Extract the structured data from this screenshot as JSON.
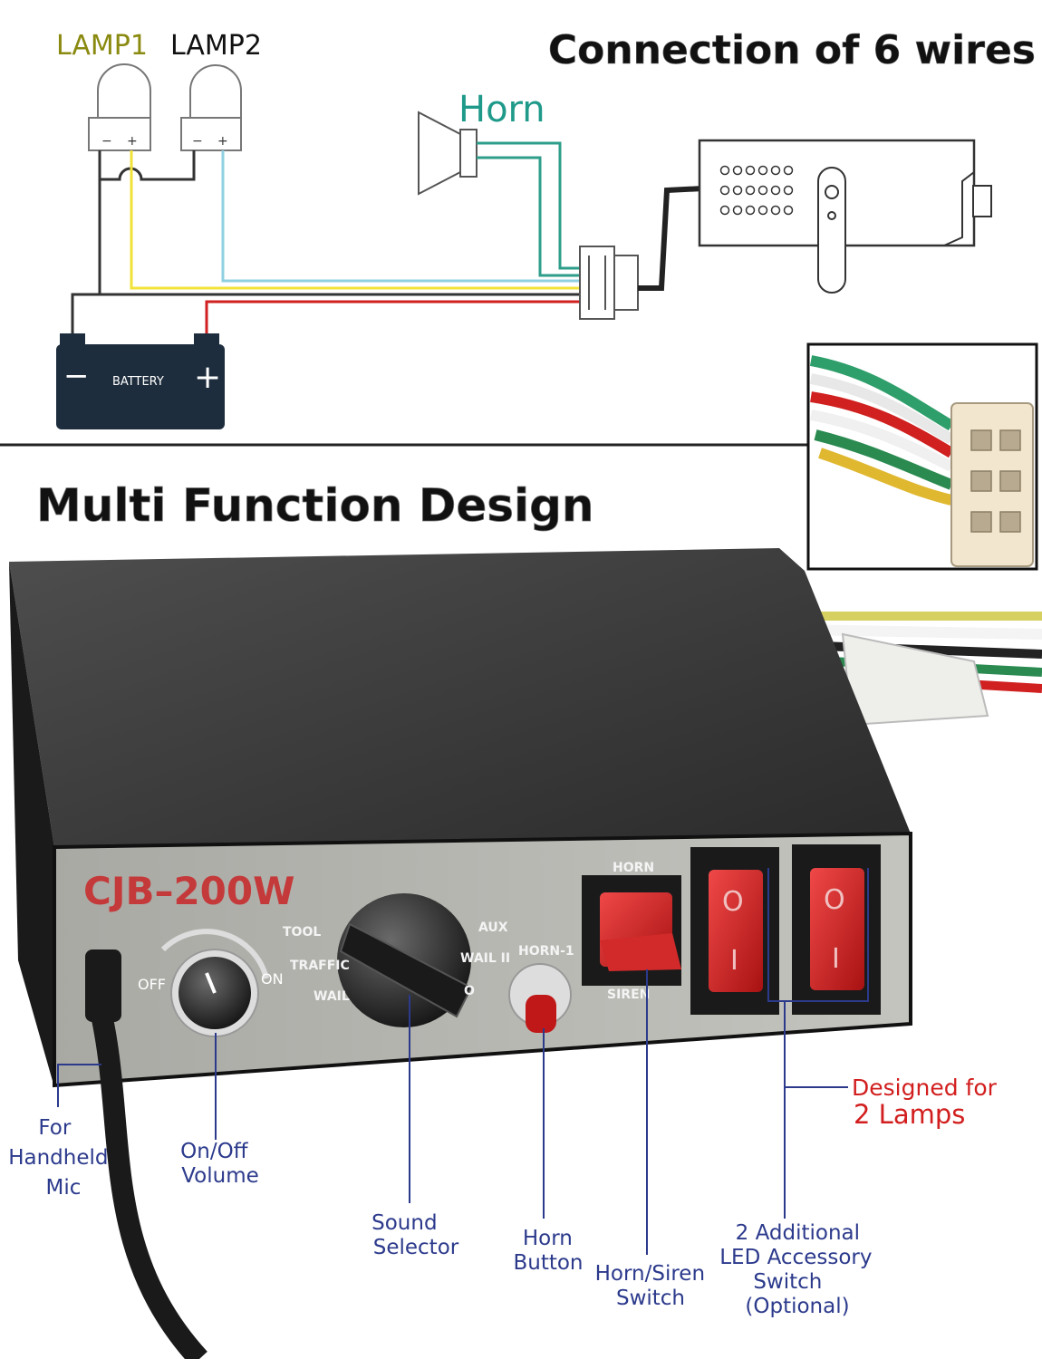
{
  "top": {
    "title": "Connection of  6 wires",
    "lamp1": "LAMP1",
    "lamp2": "LAMP2",
    "horn": "Horn",
    "battery": "BATTERY",
    "minus": "−",
    "plus": "+"
  },
  "bottom": {
    "title": "Multi Function Design",
    "model": "CJB–200W",
    "panel": {
      "off": "OFF",
      "on": "ON",
      "tool": "TOOL",
      "traffic": "TRAFFIC",
      "wail": "WAIL",
      "aux": "AUX",
      "wail2": "WAIL II",
      "yelp": "O",
      "horn1": "HORN-1",
      "horn": "HORN",
      "siren": "SIREN",
      "switch_o": "O",
      "switch_i": "I"
    },
    "callouts": {
      "mic": [
        "For",
        "Handheld",
        "Mic"
      ],
      "volume": [
        "On/Off",
        "Volume"
      ],
      "sound": [
        "Sound",
        "Selector"
      ],
      "horn_button": [
        "Horn",
        "Button"
      ],
      "horn_siren": [
        "Horn/Siren",
        "Switch"
      ],
      "lamps_title": "Designed for",
      "lamps_count": "2 Lamps",
      "led": [
        "2 Additional",
        "LED Accessory",
        "Switch",
        "(Optional)"
      ]
    }
  },
  "colors": {
    "lamp1": "#8a8a10",
    "horn": "#1f9a8a",
    "callout": "#2c3a8c",
    "lamps": "#d21e1e",
    "battery": "#1e2d3d",
    "wire_yellow": "#f2e33a",
    "wire_blue": "#8fd0e0",
    "wire_green": "#2e9e8a",
    "wire_red": "#d02020"
  }
}
